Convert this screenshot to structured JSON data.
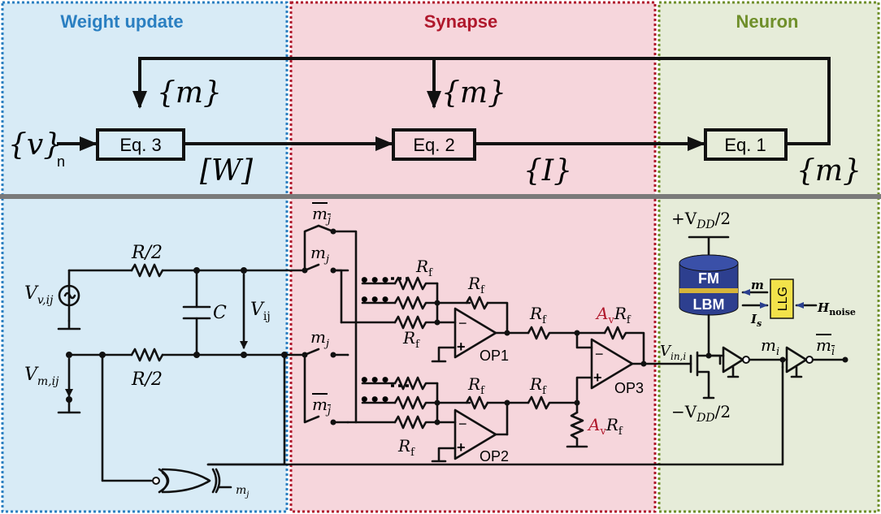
{
  "sections": {
    "weight_update": "Weight update",
    "synapse": "Synapse",
    "neuron": "Neuron"
  },
  "colors": {
    "weight_bg": "#d8ebf6",
    "weight_border": "#2a7fc1",
    "weight_title": "#2a7fc1",
    "synapse_bg": "#f6d6dc",
    "synapse_border": "#b0182c",
    "synapse_title": "#b0182c",
    "neuron_bg": "#e6ecd9",
    "neuron_border": "#6f8f2a",
    "neuron_title": "#6f8f2a",
    "separator": "#7a7a7a",
    "mtj_blue": "#2d3f8f",
    "mtj_gold": "#d6b53a",
    "llg_fill": "#f2e24a",
    "gain_red": "#b0182c",
    "arrow_blue": "#2a3f8f"
  },
  "top": {
    "v_in": "{v}",
    "v_sub": "n",
    "eq3": "Eq. 3",
    "eq2": "Eq. 2",
    "eq1": "Eq. 1",
    "W": "[W]",
    "I": "{I}",
    "m_eq3": "{m}",
    "m_eq2": "{m}",
    "m_out": "{m}"
  },
  "circuit": {
    "R_half_top": "R/2",
    "R_half_bot": "R/2",
    "C": "C",
    "V_v": "V",
    "V_v_sub": "v,ij",
    "V_ij": "V",
    "V_ij_sub": "ij",
    "V_m": "V",
    "V_m_sub": "m,ij",
    "mj_bar_1": "m",
    "mj_bar_1_sub": "j",
    "mj_1": "m",
    "mj_1_sub": "j",
    "mj_2": "m",
    "mj_2_sub": "j",
    "mj_bar_2": "m",
    "mj_bar_2_sub": "j",
    "Rf": "R",
    "Rf_sub": "f",
    "Av": "A",
    "Av_sub": "v",
    "op1": "OP1",
    "op2": "OP2",
    "op3": "OP3",
    "xor_mj": "m",
    "xor_mj_sub": "j",
    "vdd_pos": "+V",
    "vdd_pos_sub": "DD",
    "vdd_pos_tail": "/2",
    "vdd_neg": "−V",
    "vdd_neg_sub": "DD",
    "vdd_neg_tail": "/2",
    "fm": "FM",
    "lbm": "LBM",
    "llg": "LLG",
    "m_vec": "m",
    "I_s": "I",
    "I_s_sub": "s",
    "H_noise": "H",
    "H_noise_sub": "noise",
    "V_in": "V",
    "V_in_sub": "in,i",
    "m_i": "m",
    "m_i_sub": "i",
    "m_i_bar": "m",
    "m_i_bar_sub": "i"
  }
}
